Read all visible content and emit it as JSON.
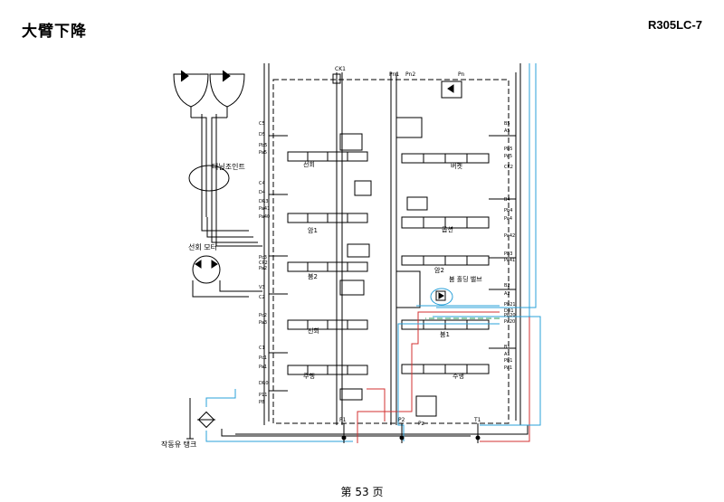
{
  "header": {
    "title": "大臂下降",
    "model": "R305LC-7"
  },
  "footer": {
    "page": "第 53 页"
  },
  "colors": {
    "line": "#000000",
    "pilot_blue": "#2aa0d8",
    "return_red": "#d33030",
    "dash_green": "#2a9a55",
    "dash_black": "#555555"
  },
  "diagram": {
    "labels": {
      "ck1": "CK1",
      "pn1": "Pn1",
      "pn2": "Pn2",
      "pn": "Pn",
      "swivel_joint": "터닐조인트",
      "swing_motor": "선회 모터",
      "hydraulic_tank": "작동유 탱크",
      "swing_spool": "선회",
      "arm1_spool": "암1",
      "boom2_spool": "붐2",
      "swing2_spool": "선회",
      "travel_left": "주행",
      "bucket": "버켓",
      "option": "옵션",
      "arm2": "암2",
      "boom1": "붐1",
      "travel_right": "주행",
      "boom_holding_valve": "붐 홀딩 밸브",
      "left_ports": [
        "C5",
        "D5",
        "Pb5",
        "Pa5",
        "C4",
        "D4",
        "DR3",
        "Pa41",
        "Pa40",
        "Pc3",
        "CP2",
        "Pa2",
        "V3",
        "C2",
        "Pc2",
        "Pa3",
        "C1",
        "Pc1",
        "Pa1",
        "DR0",
        "P11",
        "P8"
      ],
      "right_ports": [
        "B5",
        "A5",
        "Pb5",
        "Pa5",
        "CK2",
        "B4",
        "Pb4",
        "Pa4",
        "Pa42",
        "Pb3",
        "Pa41",
        "B2",
        "A2",
        "Pb21",
        "DR1",
        "Pb20",
        "Pa20",
        "B1",
        "A1",
        "Pb1",
        "Pa1"
      ],
      "pumps": [
        "P1",
        "P2",
        "T1",
        "Pz"
      ]
    }
  }
}
